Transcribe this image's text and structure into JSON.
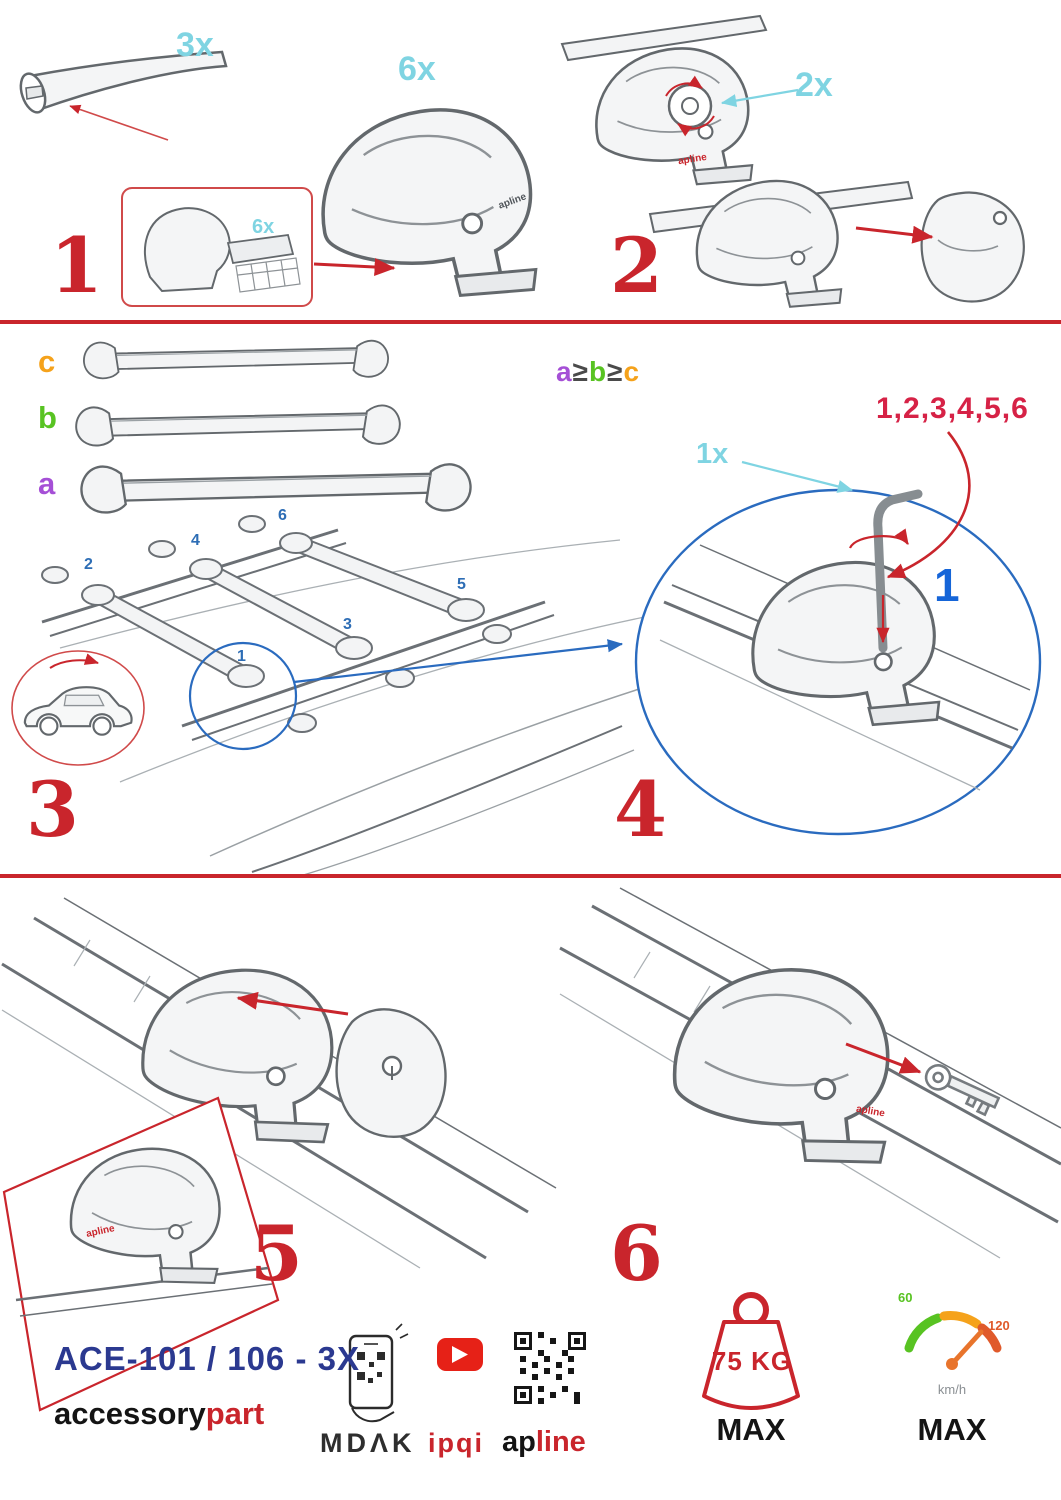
{
  "steps": {
    "s1": {
      "number": "1",
      "bar_qty": "3x",
      "foot_qty": "6x",
      "inset_qty": "6x"
    },
    "s2": {
      "number": "2",
      "qty": "2x"
    },
    "s3": {
      "number": "3",
      "size_c": "c",
      "size_b": "b",
      "size_a": "a",
      "pos1": "1",
      "pos2": "2",
      "pos3": "3",
      "pos4": "4",
      "pos5": "5",
      "pos6": "6"
    },
    "s4": {
      "number": "4",
      "qty": "1x",
      "sequence": "1,2,3,4,5,6",
      "first": "1"
    },
    "s5": {
      "number": "5"
    },
    "s6": {
      "number": "6"
    }
  },
  "legend": {
    "a": "a",
    "gte1": "≥",
    "b": "b",
    "gte2": "≥",
    "c": "c"
  },
  "drawings": {
    "apline_logo": "apline"
  },
  "footer": {
    "model": "ACE-101 / 106 - 3X",
    "brand_black": "accessory",
    "brand_red": "part",
    "mdak": "MDΛK",
    "ipqi": "ipqi",
    "apline_black": "ap",
    "apline_red": "line",
    "weight_value": "75 KG",
    "weight_max": "MAX",
    "speed_low": "60",
    "speed_high": "120",
    "speed_unit": "km/h",
    "speed_max": "MAX"
  },
  "colors": {
    "accent_red": "#c9252c",
    "qty_cyan": "#7fd4e2",
    "detail_blue": "#2a6bbf",
    "number_blue": "#2d6db5",
    "highlight_blue": "#1565d8",
    "model_navy": "#2b3990",
    "size_a_purple": "#a54fd6",
    "size_b_green": "#58c322",
    "size_c_orange": "#f5a21b"
  }
}
